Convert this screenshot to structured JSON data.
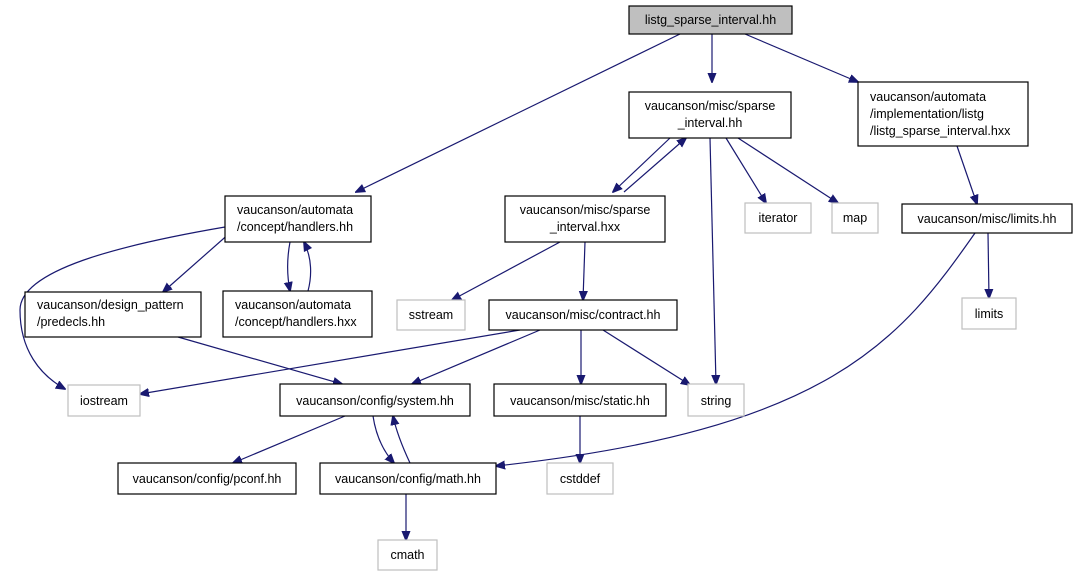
{
  "graph": {
    "accent_color": "#191970",
    "root_fill": "#bfbfbf",
    "external_border": "#bfbfbf",
    "nodes": [
      {
        "id": "root",
        "lines": [
          "listg_sparse_interval.hh"
        ]
      },
      {
        "id": "sparse_hh",
        "lines": [
          "vaucanson/misc/sparse",
          "_interval.hh"
        ]
      },
      {
        "id": "impl_hxx",
        "lines": [
          "vaucanson/automata",
          "/implementation/listg",
          "/listg_sparse_interval.hxx"
        ]
      },
      {
        "id": "handlers_hh",
        "lines": [
          "vaucanson/automata",
          "/concept/handlers.hh"
        ]
      },
      {
        "id": "sparse_hxx",
        "lines": [
          "vaucanson/misc/sparse",
          "_interval.hxx"
        ]
      },
      {
        "id": "iterator",
        "lines": [
          "iterator"
        ]
      },
      {
        "id": "map",
        "lines": [
          "map"
        ]
      },
      {
        "id": "limits_hh",
        "lines": [
          "vaucanson/misc/limits.hh"
        ]
      },
      {
        "id": "predecls",
        "lines": [
          "vaucanson/design_pattern",
          "/predecls.hh"
        ]
      },
      {
        "id": "handlers_hxx",
        "lines": [
          "vaucanson/automata",
          "/concept/handlers.hxx"
        ]
      },
      {
        "id": "sstream",
        "lines": [
          "sstream"
        ]
      },
      {
        "id": "contract",
        "lines": [
          "vaucanson/misc/contract.hh"
        ]
      },
      {
        "id": "limits",
        "lines": [
          "limits"
        ]
      },
      {
        "id": "iostream",
        "lines": [
          "iostream"
        ]
      },
      {
        "id": "system",
        "lines": [
          "vaucanson/config/system.hh"
        ]
      },
      {
        "id": "static",
        "lines": [
          "vaucanson/misc/static.hh"
        ]
      },
      {
        "id": "string",
        "lines": [
          "string"
        ]
      },
      {
        "id": "pconf",
        "lines": [
          "vaucanson/config/pconf.hh"
        ]
      },
      {
        "id": "math",
        "lines": [
          "vaucanson/config/math.hh"
        ]
      },
      {
        "id": "cstddef",
        "lines": [
          "cstddef"
        ]
      },
      {
        "id": "cmath",
        "lines": [
          "cmath"
        ]
      }
    ]
  }
}
